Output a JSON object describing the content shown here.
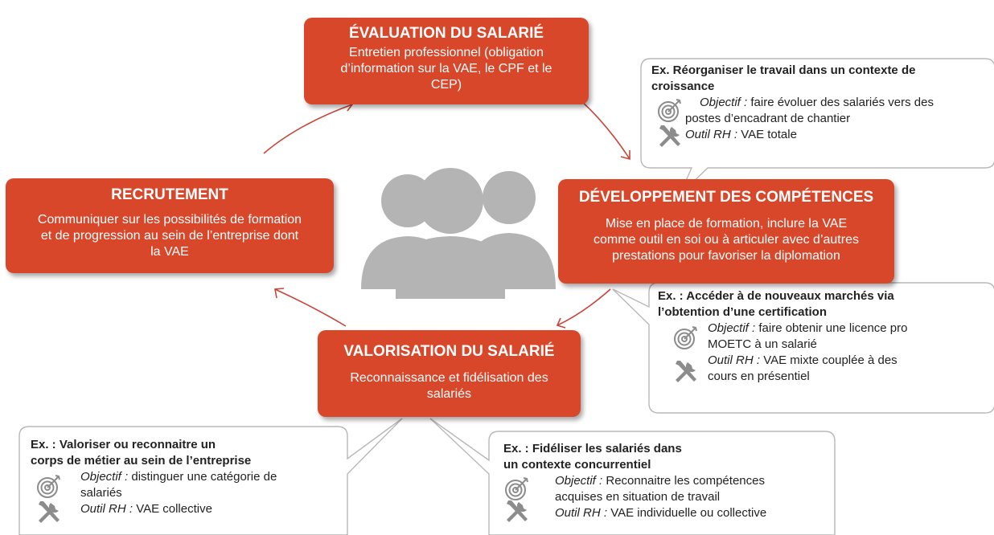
{
  "colors": {
    "accent": "#d9472b",
    "arrow": "#c8453a",
    "icon": "#8c8c8c",
    "people": "#b4b4b4",
    "callout_border": "#b8b8b8"
  },
  "center": {
    "icon": "people-group-icon"
  },
  "boxes": {
    "evaluation": {
      "title": "ÉVALUATION DU SALARIÉ",
      "lines": [
        "Entretien professionnel  (obligation",
        "d’information sur la VAE, le CPF et le",
        "CEP)"
      ]
    },
    "recrutement": {
      "title": "RECRUTEMENT",
      "lines": [
        "Communiquer sur les possibilités de formation",
        "et de progression au sein de l’entreprise dont",
        "la VAE"
      ]
    },
    "developpement": {
      "title": "DÉVELOPPEMENT DES COMPÉTENCES",
      "lines": [
        "Mise en place de formation, inclure la VAE",
        "comme outil en soi ou à articuler avec d’autres",
        "prestations pour favoriser la diplomation"
      ]
    },
    "valorisation": {
      "title": "VALORISATION DU SALARIÉ",
      "lines": [
        "Reconnaissance et fidélisation des",
        "salariés"
      ]
    }
  },
  "callouts": {
    "reorganiser": {
      "head": [
        "Ex. Réorganiser le travail dans un contexte de",
        "croissance"
      ],
      "objectif_label": "Objectif :",
      "objectif": [
        "faire évoluer des salariés vers des",
        "postes d’encadrant de chantier"
      ],
      "outil_label": "Outil RH :",
      "outil": [
        "VAE totale"
      ]
    },
    "marches": {
      "head": [
        "Ex. : Accéder à de nouveaux marchés via",
        "l’obtention d’une certification"
      ],
      "objectif_label": "Objectif :",
      "objectif": [
        "faire obtenir une licence pro",
        "MOETC à un salarié"
      ],
      "outil_label": "Outil RH :",
      "outil": [
        "VAE mixte couplée à des",
        "cours en présentiel"
      ]
    },
    "valoriser": {
      "head": [
        "Ex. : Valoriser ou reconnaitre un",
        "corps de métier au sein de l’entreprise"
      ],
      "objectif_label": "Objectif :",
      "objectif": [
        "distinguer une catégorie de",
        "salariés"
      ],
      "outil_label": "Outil RH :",
      "outil": [
        "VAE collective"
      ]
    },
    "fideliser": {
      "head": [
        "Ex. : Fidéliser les salariés dans",
        "un contexte concurrentiel"
      ],
      "objectif_label": "Objectif :",
      "objectif": [
        "Reconnaitre les compétences",
        "acquises en situation de travail"
      ],
      "outil_label": "Outil RH :",
      "outil": [
        "VAE individuelle ou collective"
      ]
    }
  },
  "icons": {
    "objectif": "target-icon",
    "outil": "tools-icon"
  }
}
